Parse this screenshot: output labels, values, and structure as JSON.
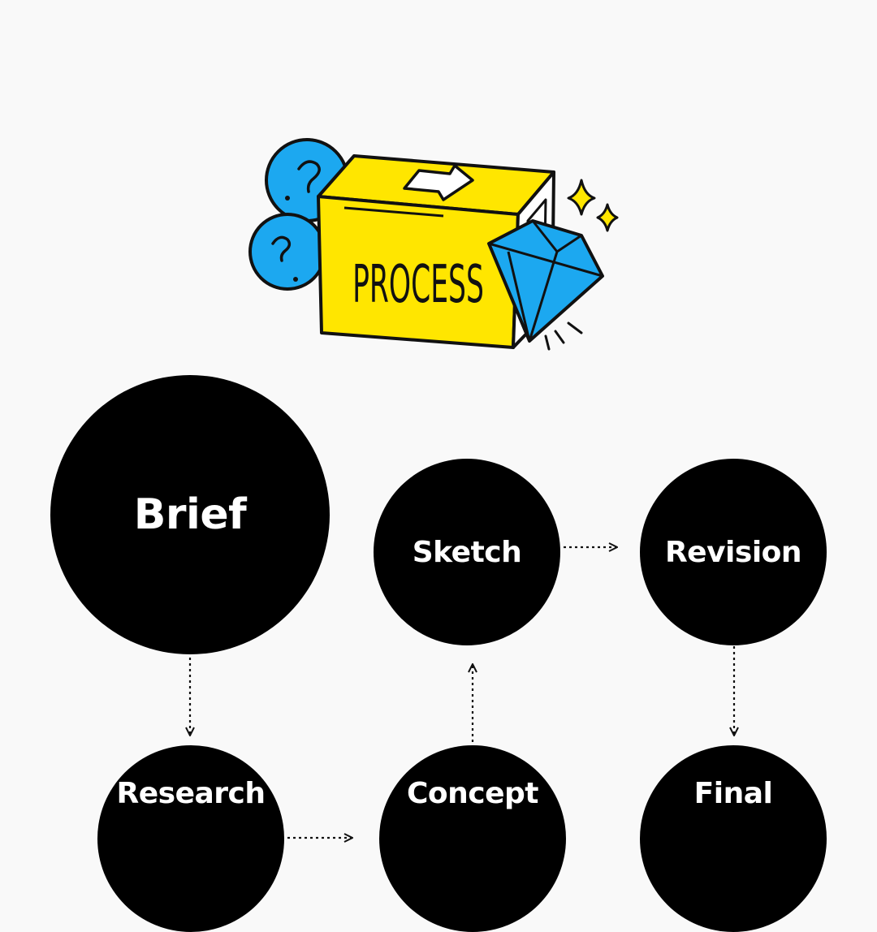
{
  "illustration": {
    "box_text": "PROCESS",
    "colors": {
      "box": "#ffe600",
      "blue": "#1ca8f0",
      "outline": "#111111"
    }
  },
  "nodes": {
    "brief": "Brief",
    "sketch": "Sketch",
    "revision": "Revision",
    "research": "Research",
    "concept": "Concept",
    "final": "Final"
  },
  "flow": [
    {
      "from": "Brief",
      "to": "Research"
    },
    {
      "from": "Research",
      "to": "Concept"
    },
    {
      "from": "Concept",
      "to": "Sketch"
    },
    {
      "from": "Sketch",
      "to": "Revision"
    },
    {
      "from": "Revision",
      "to": "Final"
    }
  ],
  "colors": {
    "background": "#f9f9f9",
    "node": "#000000",
    "node_text": "#ffffff"
  }
}
